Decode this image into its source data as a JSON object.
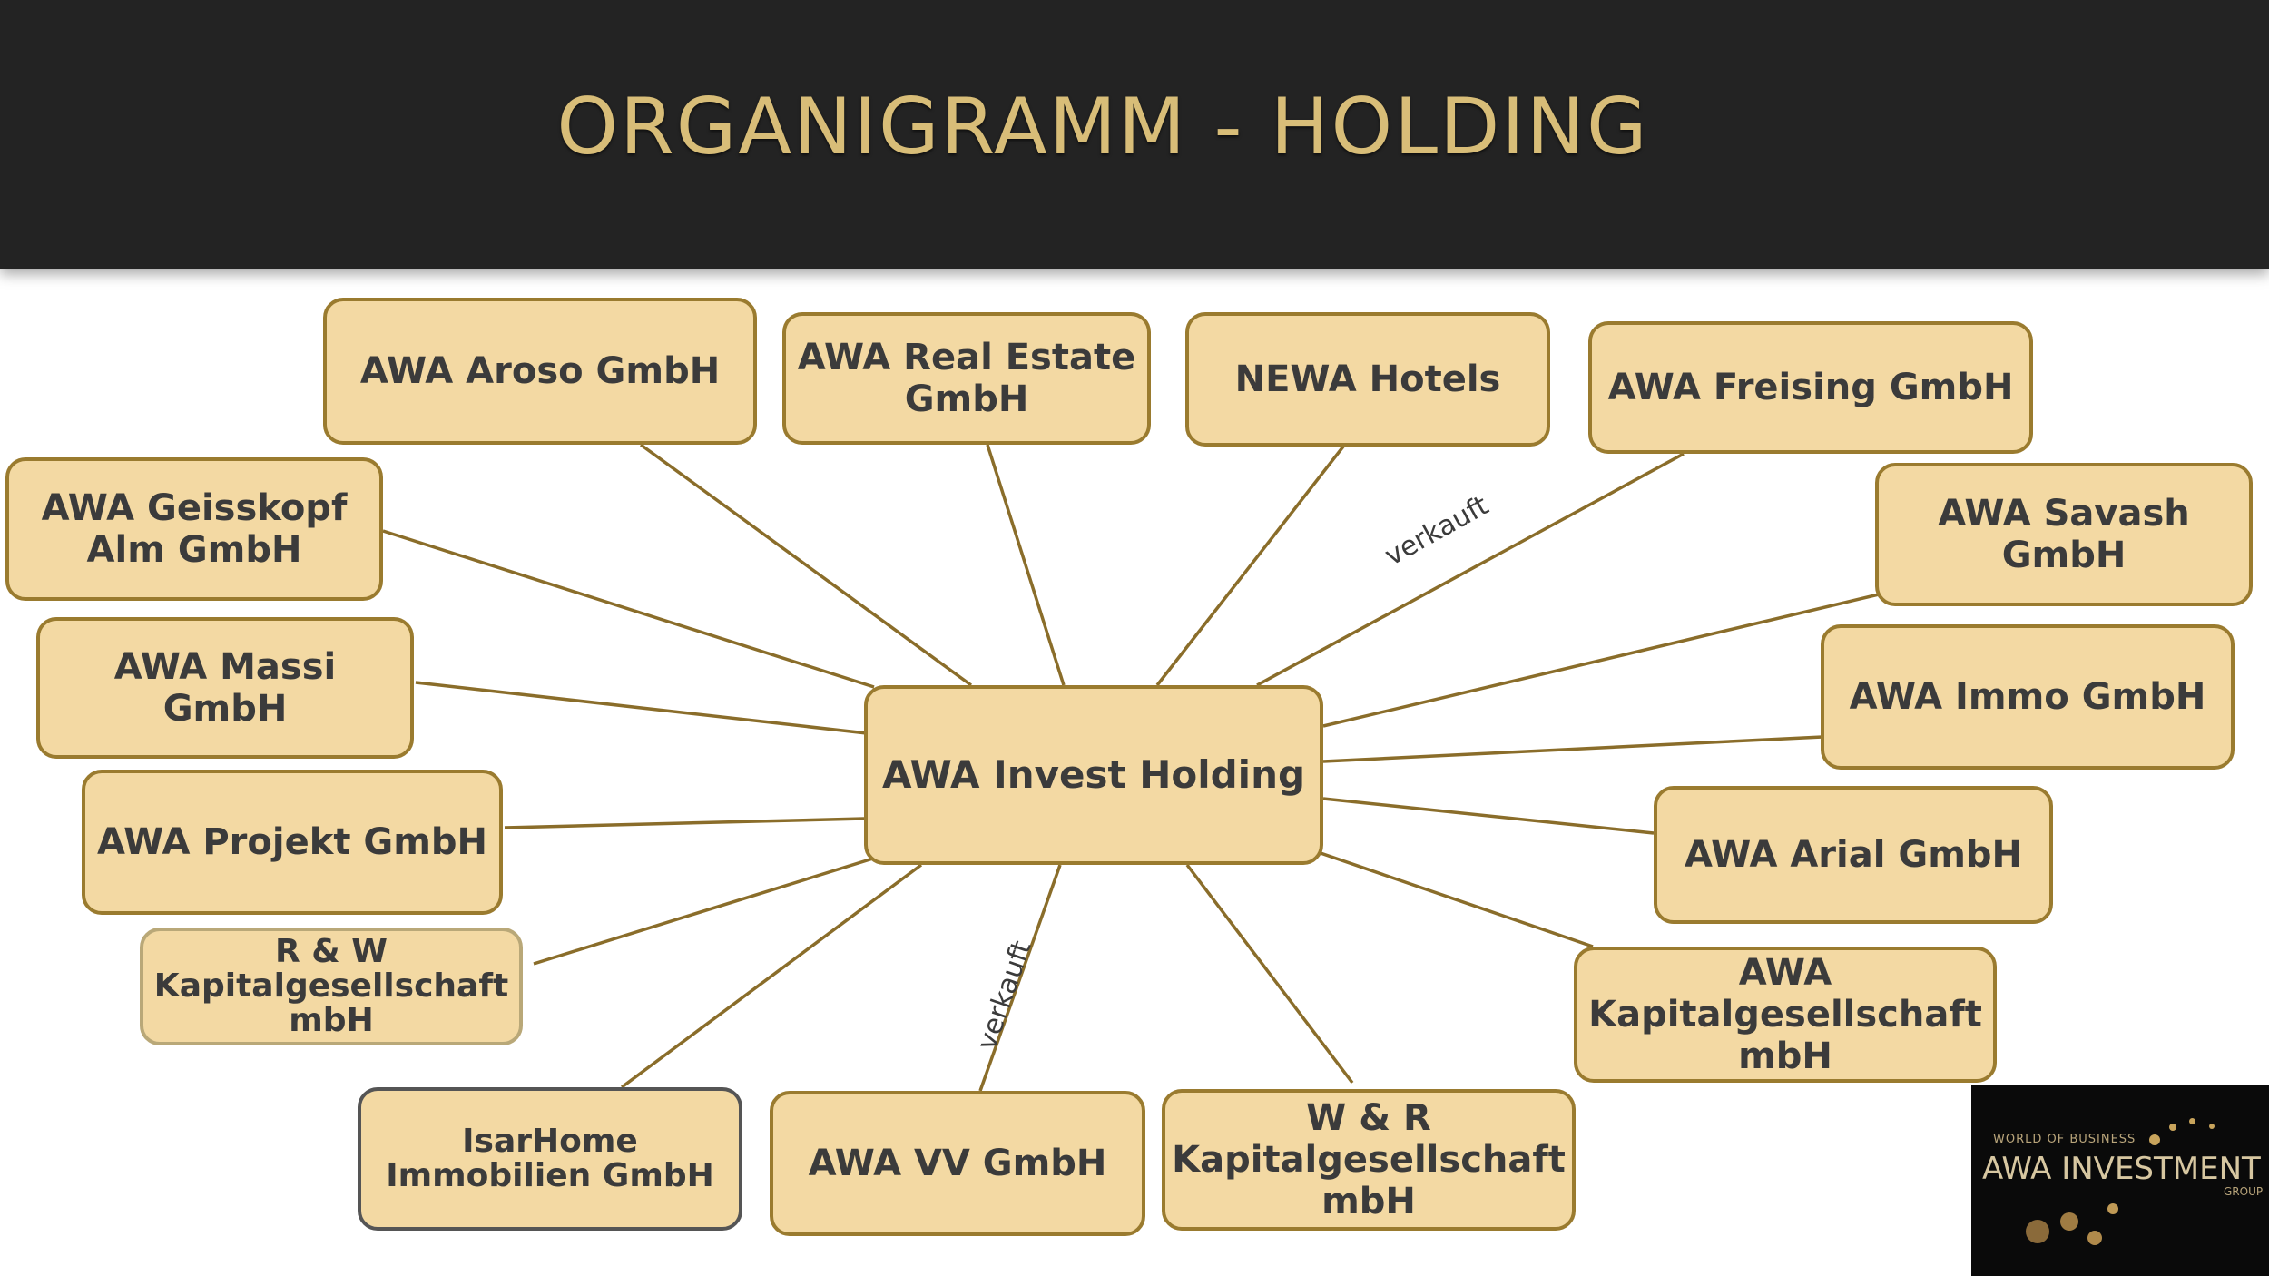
{
  "title": "ORGANIGRAMM - HOLDING",
  "center": {
    "label": "AWA Invest Holding"
  },
  "subsidiaries": {
    "aroso": "AWA Aroso GmbH",
    "real_estate": "AWA Real Estate GmbH",
    "newa": "NEWA Hotels",
    "freising": "AWA Freising GmbH",
    "geisskopf": "AWA Geisskopf Alm GmbH",
    "savash": "AWA Savash GmbH",
    "massi": "AWA Massi GmbH",
    "immo": "AWA Immo GmbH",
    "projekt": "AWA Projekt GmbH",
    "arial": "AWA Arial GmbH",
    "rw": "R & W Kapitalgesellschaft mbH",
    "awa_kap": "AWA Kapitalgesellschaft mbH",
    "isarhome": "IsarHome Immobilien GmbH",
    "vv": "AWA VV GmbH",
    "wr": "W & R Kapitalgesellschaft mbH"
  },
  "annotations": {
    "sold_freising": "verkauft",
    "sold_vv": "verkauft"
  },
  "logo": {
    "top": "WORLD OF BUSINESS",
    "main": "AWA INVESTMENT",
    "sub": "GROUP"
  },
  "colors": {
    "header_bg": "#232323",
    "title": "#d8bd78",
    "node_fill": "#f3d9a3",
    "node_border": "#9a7b2f",
    "connector": "#8a6d2a"
  }
}
